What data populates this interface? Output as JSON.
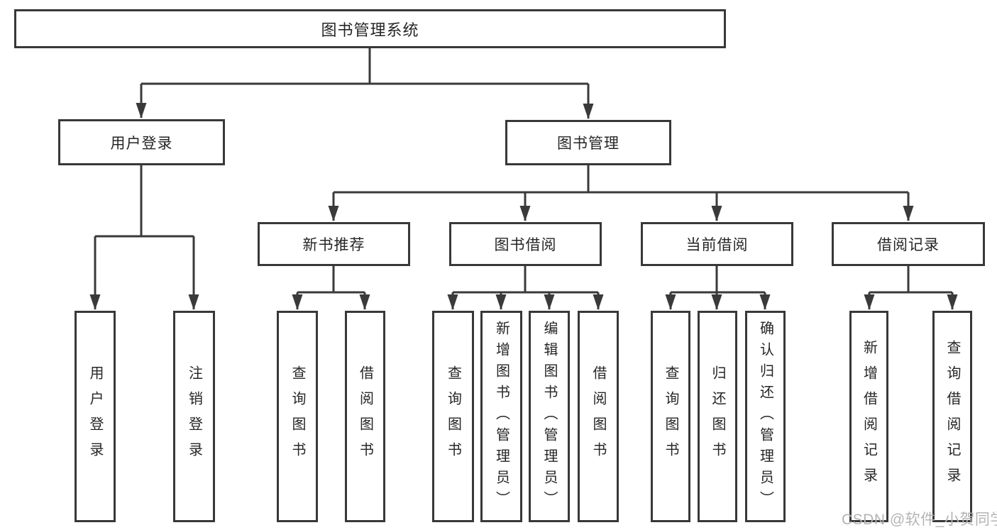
{
  "watermark": "CSDN @软件_小贺同学",
  "tree": {
    "label": "图书管理系统",
    "children": [
      {
        "label": "用户登录",
        "children": [
          {
            "label": "用户登录"
          },
          {
            "label": "注销登录"
          }
        ]
      },
      {
        "label": "图书管理",
        "children": [
          {
            "label": "新书推荐",
            "children": [
              {
                "label": "查询图书"
              },
              {
                "label": "借阅图书"
              }
            ]
          },
          {
            "label": "图书借阅",
            "children": [
              {
                "label": "查询图书"
              },
              {
                "label": "新增图书（管理员）"
              },
              {
                "label": "编辑图书（管理员）"
              },
              {
                "label": "借阅图书"
              }
            ]
          },
          {
            "label": "当前借阅",
            "children": [
              {
                "label": "查询图书"
              },
              {
                "label": "归还图书"
              },
              {
                "label": "确认归还（管理员）"
              }
            ]
          },
          {
            "label": "借阅记录",
            "children": [
              {
                "label": "新增借阅记录"
              },
              {
                "label": "查询借阅记录"
              }
            ]
          }
        ]
      }
    ]
  },
  "colors": {
    "line": "#3a3a3a",
    "border": "#383838",
    "text": "#262626",
    "watermark": "#b4b4b4"
  }
}
